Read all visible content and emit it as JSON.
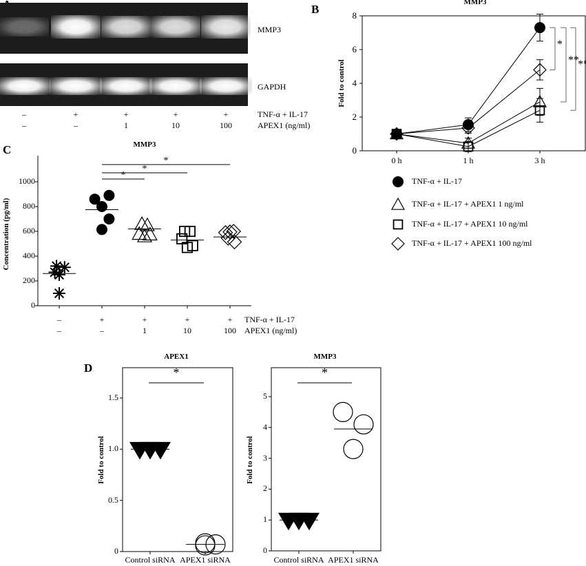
{
  "panels": {
    "a": "A",
    "b": "B",
    "c": "C",
    "d": "D"
  },
  "gel": {
    "bands": [
      "MMP3",
      "GAPDH"
    ],
    "mmp3_intensity": [
      0.35,
      1,
      0.85,
      0.85,
      0.9
    ],
    "gapdh_intensity": [
      1,
      1,
      1,
      1,
      1
    ]
  },
  "conditions": {
    "row1_label": "TNF-α + IL-17",
    "row2_label": "APEX1 (ng/ml)",
    "row1": [
      "–",
      "+",
      "+",
      "+",
      "+"
    ],
    "row2": [
      "–",
      "–",
      "1",
      "10",
      "100"
    ]
  },
  "chart_data": [
    {
      "id": "B",
      "type": "line",
      "title": "MMP3",
      "ylabel": "Fold to control",
      "ylim": [
        0,
        8
      ],
      "yticks": [
        "0",
        "2",
        "4",
        "6",
        "8"
      ],
      "categories": [
        "0 h",
        "1 h",
        "3 h"
      ],
      "series": [
        {
          "name": "TNF-α + IL-17",
          "marker": "filled-circle",
          "values": [
            1,
            1.55,
            7.3
          ],
          "err": [
            0.1,
            0.4,
            0.8
          ]
        },
        {
          "name": "TNF-α + IL-17 + APEX1 1 ng/ml",
          "marker": "triangle",
          "values": [
            1,
            0.45,
            2.9
          ],
          "err": [
            0.1,
            0.3,
            0.8
          ]
        },
        {
          "name": "TNF-α + IL-17 + APEX1 10 ng/ml",
          "marker": "square",
          "values": [
            1,
            0.25,
            2.4
          ],
          "err": [
            0.1,
            0.3,
            0.7
          ]
        },
        {
          "name": "TNF-α + IL-17 + APEX1 100 ng/ml",
          "marker": "diamond",
          "values": [
            1,
            1.35,
            4.8
          ],
          "err": [
            0.1,
            0.3,
            0.6
          ]
        }
      ],
      "significance": [
        {
          "label": "*",
          "from": 7.3,
          "to": 4.8
        },
        {
          "label": "**",
          "from": 7.3,
          "to": 2.9
        },
        {
          "label": "**",
          "from": 7.3,
          "to": 2.4
        }
      ]
    },
    {
      "id": "C",
      "type": "scatter",
      "title": "MMP3",
      "ylabel": "Concentration (pg/ml)",
      "ylim": [
        0,
        1100
      ],
      "yticks": [
        "0",
        "200",
        "400",
        "600",
        "800",
        "1000"
      ],
      "groups": [
        {
          "marker": "asterisk",
          "points": [
            [
              -0.5,
              270
            ],
            [
              -0.3,
              320
            ],
            [
              0,
              250
            ],
            [
              0.6,
              310
            ],
            [
              0,
              100
            ]
          ],
          "mean": 260
        },
        {
          "marker": "filled-circle",
          "points": [
            [
              -0.8,
              860
            ],
            [
              0,
              800
            ],
            [
              0.8,
              890
            ],
            [
              0.8,
              700
            ],
            [
              0,
              615
            ]
          ],
          "mean": 775
        },
        {
          "marker": "triangle",
          "points": [
            [
              -0.3,
              660
            ],
            [
              0.3,
              650
            ],
            [
              -0.6,
              580
            ],
            [
              0,
              560
            ],
            [
              0.6,
              575
            ]
          ],
          "mean": 620
        },
        {
          "marker": "square",
          "points": [
            [
              -0.3,
              600
            ],
            [
              0.3,
              600
            ],
            [
              -0.6,
              540
            ],
            [
              0,
              470
            ],
            [
              0.6,
              485
            ]
          ],
          "mean": 530
        },
        {
          "marker": "diamond",
          "points": [
            [
              -0.5,
              590
            ],
            [
              0,
              595
            ],
            [
              0.4,
              600
            ],
            [
              -0.2,
              545
            ],
            [
              0.5,
              515
            ]
          ],
          "mean": 555
        }
      ],
      "significance": [
        {
          "label": "*",
          "groups": [
            1,
            2
          ]
        },
        {
          "label": "*",
          "groups": [
            1,
            3
          ]
        },
        {
          "label": "*",
          "groups": [
            1,
            4
          ]
        }
      ]
    },
    {
      "id": "D1",
      "type": "scatter",
      "title": "APEX1",
      "ylabel": "Fold to control",
      "ylim": [
        0,
        1.8
      ],
      "yticks": [
        "0",
        "0.5",
        "1.0",
        "1.5"
      ],
      "categories": [
        "Control siRNA",
        "APEX1 siRNA"
      ],
      "groups": [
        {
          "marker": "down-triangle",
          "values": [
            1,
            1,
            1
          ],
          "mean": 1
        },
        {
          "marker": "open-circle",
          "values": [
            0.08,
            0.06,
            0.07
          ],
          "mean": 0.07
        }
      ],
      "significance": "*"
    },
    {
      "id": "D2",
      "type": "scatter",
      "title": "MMP3",
      "ylabel": "Fold to control",
      "ylim": [
        0,
        5.9
      ],
      "yticks": [
        "0",
        "1",
        "2",
        "3",
        "4",
        "5"
      ],
      "categories": [
        "Control siRNA",
        "APEX1 siRNA"
      ],
      "groups": [
        {
          "marker": "down-triangle",
          "values": [
            1,
            1,
            1
          ],
          "mean": 1
        },
        {
          "marker": "open-circle",
          "values": [
            4.5,
            3.3,
            4.1
          ],
          "mean": 3.95
        }
      ],
      "significance": "*"
    }
  ]
}
